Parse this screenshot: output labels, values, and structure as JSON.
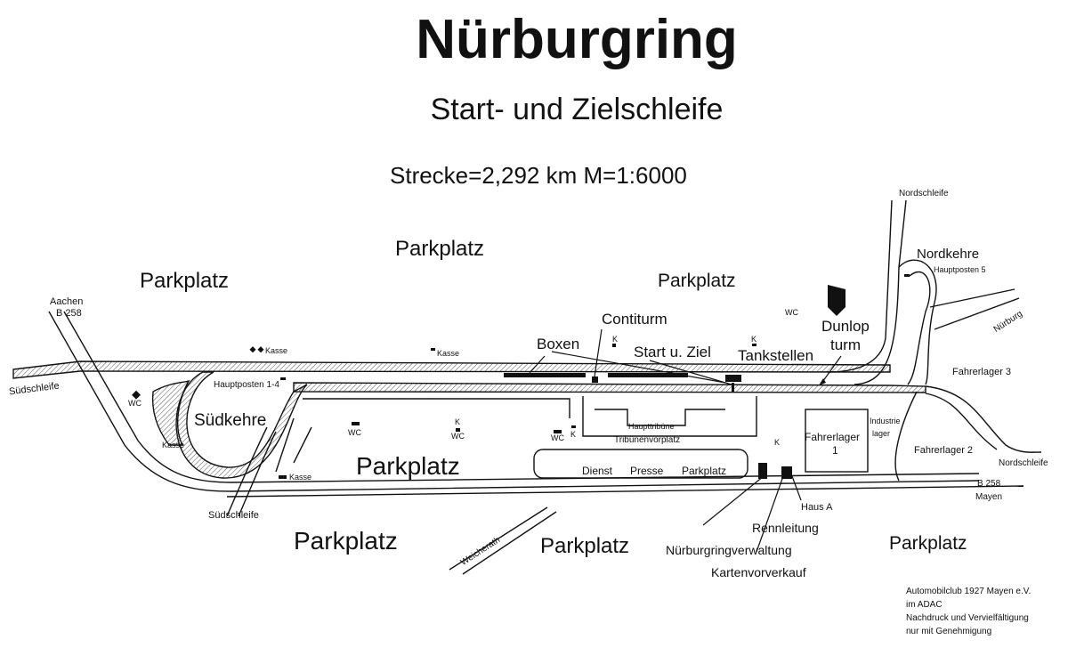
{
  "header": {
    "title": "Nürburgring",
    "subtitle": "Start- und Zielschleife",
    "scale_line": "Strecke=2,292 km   M=1:6000"
  },
  "labels": {
    "parkplatz_top": "Parkplatz",
    "parkplatz_left": "Parkplatz",
    "parkplatz_right_top": "Parkplatz",
    "parkplatz_center": "Parkplatz",
    "parkplatz_bottom_left": "Parkplatz",
    "parkplatz_bottom_mid": "Parkplatz",
    "parkplatz_bottom_right": "Parkplatz",
    "aachen": "Aachen",
    "b258_left": "B 258",
    "kasse_1": "Kasse",
    "kasse_2": "Kasse",
    "kasse_3": "Kasse",
    "kasse_4": "Kasse",
    "suedschleife_left": "Südschleife",
    "suedschleife_bottom": "Südschleife",
    "wc_1": "WC",
    "wc_2": "WC",
    "wc_3": "WC",
    "wc_4": "WC",
    "wc_5": "WC",
    "k_1": "K",
    "k_2": "K",
    "k_3": "K",
    "k_4": "K",
    "k_5": "K",
    "hauptposten_1_4": "Hauptposten 1-4",
    "suedkehre": "Südkehre",
    "contiturm": "Contiturm",
    "boxen": "Boxen",
    "start_ziel": "Start u. Ziel",
    "tankstellen": "Tankstellen",
    "dunlop": "Dunlop",
    "turm": "turm",
    "nordschleife_top": "Nordschleife",
    "nordkehre": "Nordkehre",
    "hauptposten_5": "Hauptposten 5",
    "nuerburg": "Nürburg",
    "fahrerlager_3": "Fahrerlager 3",
    "industrie": "Industrie",
    "lager": "lager",
    "fahrerlager_1": "Fahrerlager",
    "fahrerlager_1_num": "1",
    "fahrerlager_2": "Fahrerlager 2",
    "nordschleife_right": "Nordschleife",
    "b258_right": "B 258",
    "mayen": "Mayen",
    "haupttribuene": "Haupttribüne",
    "tribuenenvorplatz": "Tribünenvorplatz",
    "dienst": "Dienst",
    "presse": "Presse",
    "parkplatz_dienst": "Parkplatz",
    "haus_a": "Haus A",
    "weicherath": "Weicherath",
    "rennleitung": "Rennleitung",
    "verwaltung": "Nürburgringverwaltung",
    "kartenvorverkauf": "Kartenvorverkauf"
  },
  "footer": {
    "line1": "Automobilclub 1927 Mayen e.V.",
    "line2": "im  ADAC",
    "line3": "Nachdruck und Vervielfältigung",
    "line4": "nur mit Genehmigung"
  }
}
